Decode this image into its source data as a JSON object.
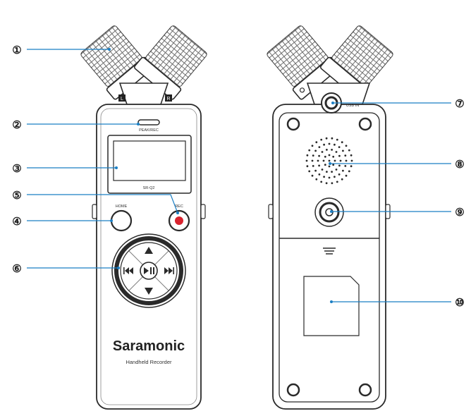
{
  "device": {
    "brand": "Saramonic",
    "subtitle": "Handheld Recorder",
    "mic_left_label": "L",
    "mic_right_label": "R",
    "indicator_label": "PEAK/REC",
    "model_label": "SR-Q2",
    "home_label": "HOME",
    "rec_label": "REC",
    "usb_label": "USB IN"
  },
  "callouts": [
    {
      "number": "①"
    },
    {
      "number": "②"
    },
    {
      "number": "③"
    },
    {
      "number": "④"
    },
    {
      "number": "⑤"
    },
    {
      "number": "⑥"
    },
    {
      "number": "⑦"
    },
    {
      "number": "⑧"
    },
    {
      "number": "⑨"
    },
    {
      "number": "⑩"
    }
  ],
  "colors": {
    "leader_line": "#1b7fc4",
    "outline": "#2a2a2a",
    "rec_red": "#d9232e"
  },
  "icons": {
    "up": "triangle-up-icon",
    "down": "triangle-down-icon",
    "prev": "skip-back-icon",
    "next": "skip-forward-icon",
    "play": "play-pause-icon"
  }
}
